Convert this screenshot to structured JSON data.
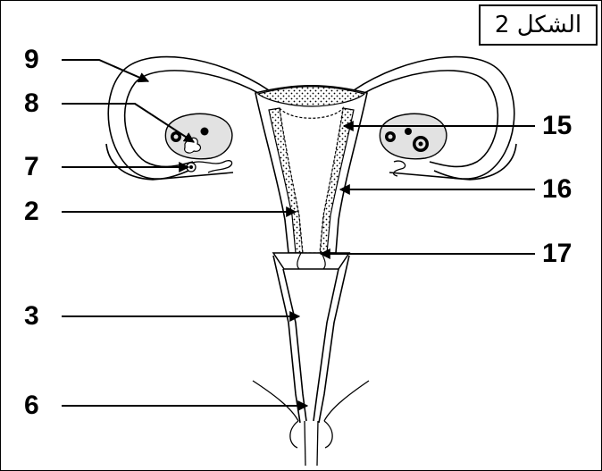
{
  "figure": {
    "title": "الشكل 2",
    "labels": {
      "l9": "9",
      "l8": "8",
      "l7": "7",
      "l2": "2",
      "l3": "3",
      "l6": "6",
      "l15": "15",
      "l16": "16",
      "l17": "17"
    }
  }
}
